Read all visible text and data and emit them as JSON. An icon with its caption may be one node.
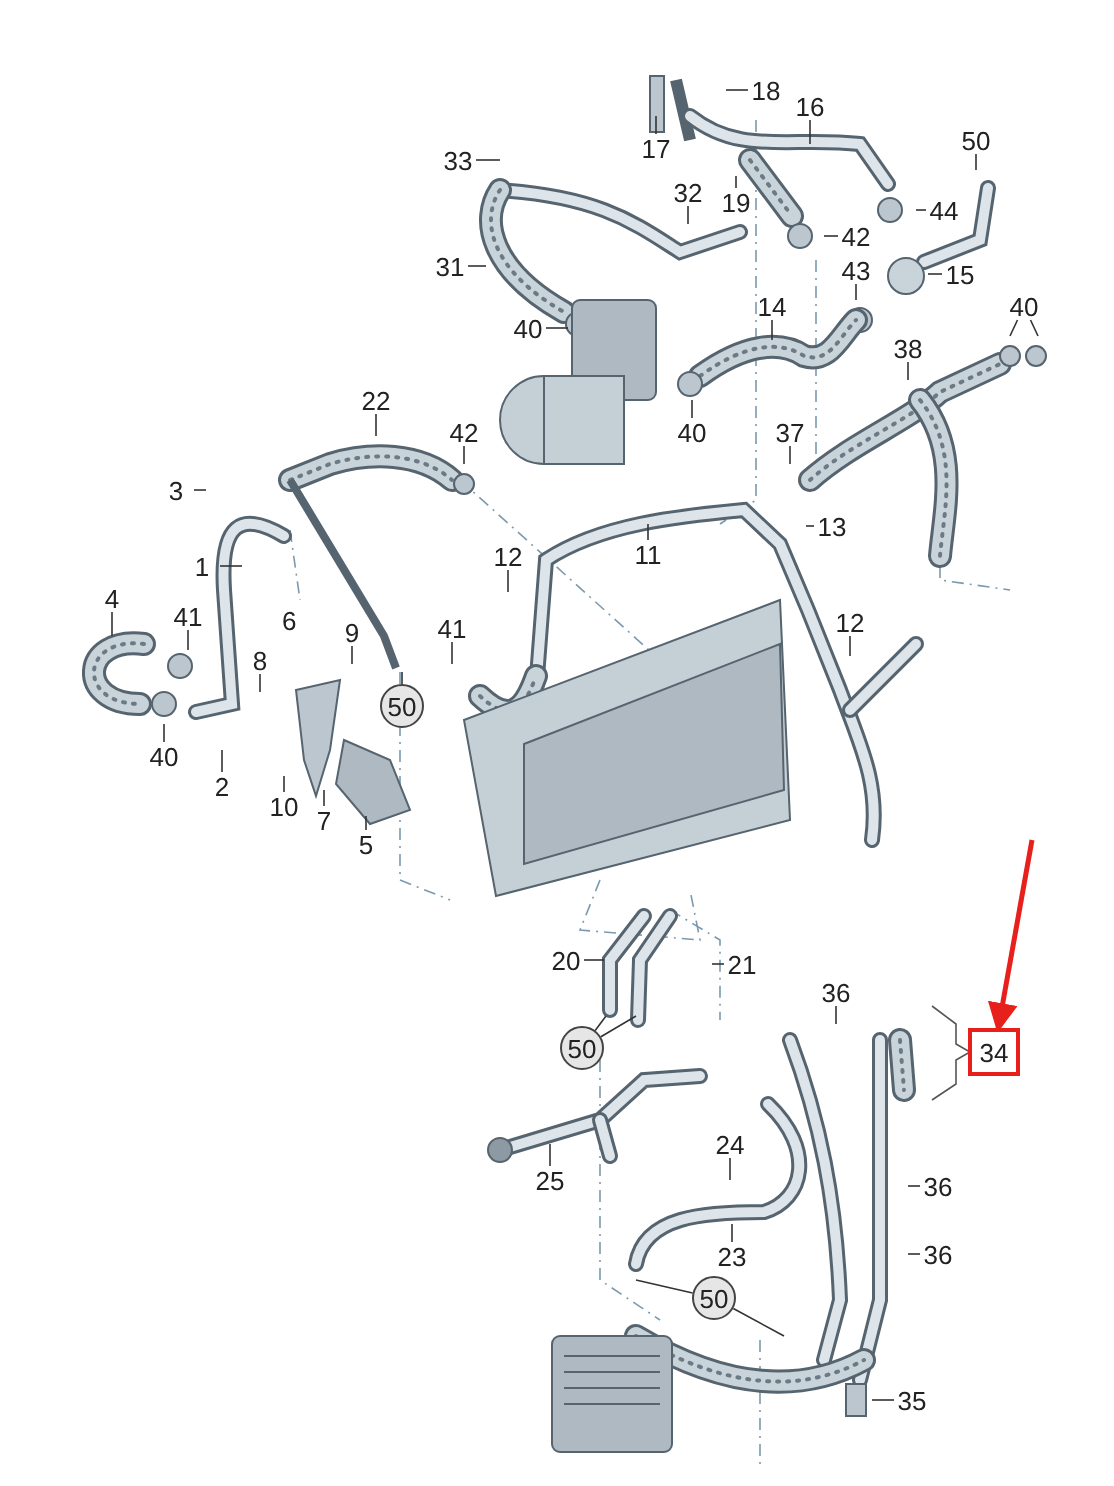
{
  "diagram": {
    "nodes": [
      {
        "text": [
          "18"
        ]
      },
      {
        "text": [
          "16"
        ]
      },
      {
        "text": [
          "17"
        ]
      },
      {
        "text": [
          "50"
        ]
      },
      {
        "text": [
          "33"
        ]
      },
      {
        "text": [
          "32"
        ]
      },
      {
        "text": [
          "19"
        ]
      },
      {
        "text": [
          "42"
        ]
      },
      {
        "text": [
          "44"
        ]
      },
      {
        "text": [
          "15"
        ]
      },
      {
        "text": [
          "43"
        ]
      },
      {
        "text": [
          "31"
        ]
      },
      {
        "text": [
          "40"
        ]
      },
      {
        "text": [
          "14"
        ]
      },
      {
        "text": [
          "40"
        ]
      },
      {
        "text": [
          "38"
        ]
      },
      {
        "text": [
          "22"
        ]
      },
      {
        "text": [
          "42"
        ]
      },
      {
        "text": [
          "40"
        ]
      },
      {
        "text": [
          "37"
        ]
      },
      {
        "text": [
          "3"
        ]
      },
      {
        "text": [
          "13"
        ]
      },
      {
        "text": [
          "11"
        ]
      },
      {
        "text": [
          "12"
        ]
      },
      {
        "text": [
          "1"
        ]
      },
      {
        "text": [
          "4"
        ]
      },
      {
        "text": [
          "41"
        ]
      },
      {
        "text": [
          "9"
        ]
      },
      {
        "text": [
          "41"
        ]
      },
      {
        "text": [
          "12"
        ]
      },
      {
        "text": [
          "8"
        ]
      },
      {
        "text": [
          "50"
        ]
      },
      {
        "text": [
          "40"
        ]
      },
      {
        "text": [
          "2"
        ]
      },
      {
        "text": [
          "10"
        ]
      },
      {
        "text": [
          "7"
        ]
      },
      {
        "text": [
          "5"
        ]
      },
      {
        "text": [
          "20"
        ]
      },
      {
        "text": [
          "21"
        ]
      },
      {
        "text": [
          "36"
        ]
      },
      {
        "text": [
          "34"
        ]
      },
      {
        "text": [
          "50"
        ]
      },
      {
        "text": [
          "24"
        ]
      },
      {
        "text": [
          "25"
        ]
      },
      {
        "text": [
          "36"
        ]
      },
      {
        "text": [
          "36"
        ]
      },
      {
        "text": [
          "23"
        ]
      },
      {
        "text": [
          "50"
        ]
      },
      {
        "text": [
          "35"
        ]
      }
    ],
    "edges": [
      {
        "from": 0,
        "to": null,
        "arrow": "none"
      },
      {
        "from": 1,
        "to": null,
        "arrow": "none"
      },
      {
        "from": 2,
        "to": null,
        "arrow": "none"
      },
      {
        "from": 3,
        "to": null,
        "arrow": "none"
      },
      {
        "from": 4,
        "to": null,
        "arrow": "none"
      },
      {
        "from": 5,
        "to": null,
        "arrow": "none"
      },
      {
        "from": 6,
        "to": null,
        "arrow": "none"
      },
      {
        "from": 7,
        "to": null,
        "arrow": "none"
      },
      {
        "from": 8,
        "to": null,
        "arrow": "none"
      },
      {
        "from": 9,
        "to": null,
        "arrow": "none"
      },
      {
        "from": 10,
        "to": null,
        "arrow": "none"
      },
      {
        "from": 11,
        "to": null,
        "arrow": "none"
      },
      {
        "from": 12,
        "to": null,
        "arrow": "none"
      },
      {
        "from": 13,
        "to": null,
        "arrow": "none"
      },
      {
        "from": 14,
        "to": null,
        "arrow": "none"
      },
      {
        "from": 14,
        "to": null,
        "arrow": "none"
      },
      {
        "from": 15,
        "to": null,
        "arrow": "none"
      },
      {
        "from": 16,
        "to": null,
        "arrow": "none"
      },
      {
        "from": 17,
        "to": null,
        "arrow": "none"
      },
      {
        "from": 18,
        "to": null,
        "arrow": "none"
      },
      {
        "from": 19,
        "to": null,
        "arrow": "none"
      },
      {
        "from": 20,
        "to": null,
        "arrow": "none"
      },
      {
        "from": 21,
        "to": null,
        "arrow": "none"
      },
      {
        "from": 22,
        "to": null,
        "arrow": "none"
      },
      {
        "from": 23,
        "to": null,
        "arrow": "none"
      },
      {
        "from": 24,
        "to": null,
        "arrow": "none"
      },
      {
        "from": 25,
        "to": null,
        "arrow": "none"
      },
      {
        "from": 26,
        "to": null,
        "arrow": "none"
      },
      {
        "from": 27,
        "to": null,
        "arrow": "none"
      },
      {
        "from": 28,
        "to": null,
        "arrow": "none"
      },
      {
        "from": 29,
        "to": null,
        "arrow": "none"
      },
      {
        "from": 30,
        "to": null,
        "arrow": "none"
      },
      {
        "from": 31,
        "to": null,
        "arrow": "none"
      },
      {
        "from": 32,
        "to": null,
        "arrow": "none"
      },
      {
        "from": 33,
        "to": null,
        "arrow": "none"
      },
      {
        "from": 34,
        "to": null,
        "arrow": "none"
      },
      {
        "from": 35,
        "to": null,
        "arrow": "none"
      },
      {
        "from": 36,
        "to": null,
        "arrow": "none"
      },
      {
        "from": 37,
        "to": null,
        "arrow": "none"
      },
      {
        "from": 38,
        "to": null,
        "arrow": "none"
      },
      {
        "from": 39,
        "to": null,
        "arrow": "none"
      },
      {
        "from": 41,
        "to": null,
        "arrow": "none"
      },
      {
        "from": 41,
        "to": null,
        "arrow": "none"
      },
      {
        "from": 42,
        "to": null,
        "arrow": "none"
      },
      {
        "from": 43,
        "to": null,
        "arrow": "none"
      },
      {
        "from": 44,
        "to": null,
        "arrow": "none"
      },
      {
        "from": 45,
        "to": null,
        "arrow": "none"
      },
      {
        "from": 46,
        "to": null,
        "arrow": "none"
      },
      {
        "from": 47,
        "to": null,
        "arrow": "none"
      },
      {
        "from": 47,
        "to": null,
        "arrow": "none"
      },
      {
        "from": 48,
        "to": null,
        "arrow": "none"
      },
      {
        "from": null,
        "to": 40,
        "arrow": "to",
        "style": "thick",
        "color": "#e8201c"
      }
    ],
    "labels": [
      "6"
    ]
  }
}
